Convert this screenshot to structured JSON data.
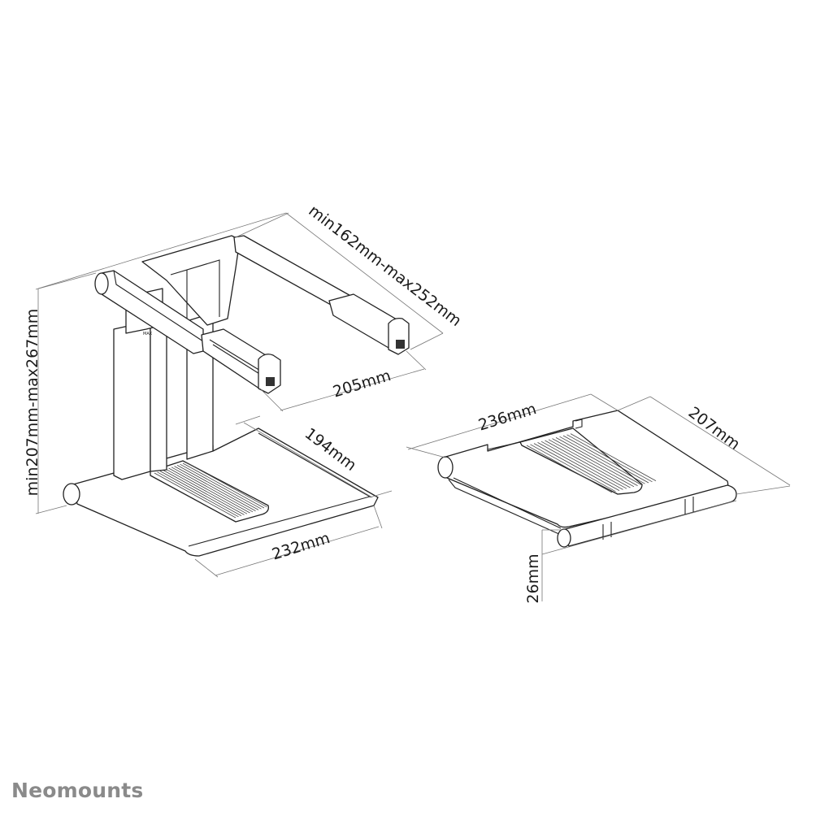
{
  "dimensions": {
    "height_range": "min207mm-max267mm",
    "arm_length_range": "min162mm-max252mm",
    "arm_span": "205mm",
    "base_depth": "194mm",
    "base_width": "232mm",
    "folded_width": "236mm",
    "folded_depth": "207mm",
    "folded_height": "26mm"
  },
  "stand_label": "MAX",
  "brand": "Neomounts"
}
